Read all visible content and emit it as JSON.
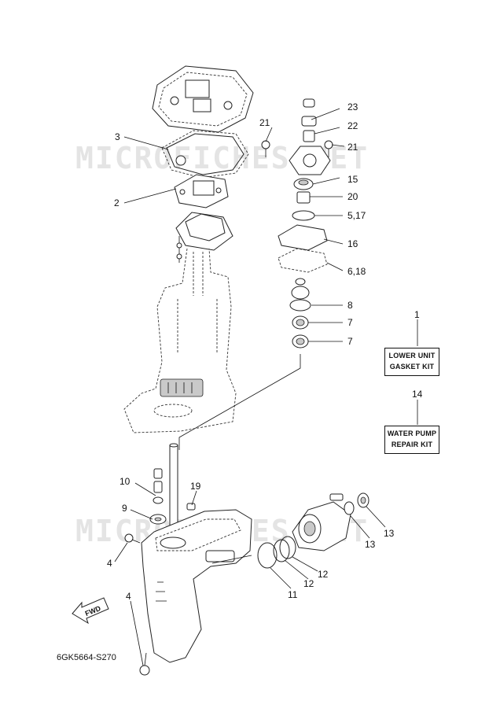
{
  "watermark": "MICROFICHES.NET",
  "reference_code": "6GK5664-S270",
  "fwd_label": "FWD",
  "kits": [
    {
      "number": "1",
      "line1": "LOWER UNIT",
      "line2": "GASKET KIT"
    },
    {
      "number": "14",
      "line1": "WATER PUMP",
      "line2": "REPAIR KIT"
    }
  ],
  "callouts": {
    "c3": "3",
    "c2": "2",
    "c21a": "21",
    "c23": "23",
    "c22": "22",
    "c21b": "21",
    "c15": "15",
    "c20": "20",
    "c517": "5,17",
    "c16": "16",
    "c618": "6,18",
    "c8": "8",
    "c7a": "7",
    "c7b": "7",
    "c10": "10",
    "c19": "19",
    "c9": "9",
    "c4a": "4",
    "c4b": "4",
    "c11": "11",
    "c12a": "12",
    "c12b": "12",
    "c13a": "13",
    "c13b": "13"
  }
}
